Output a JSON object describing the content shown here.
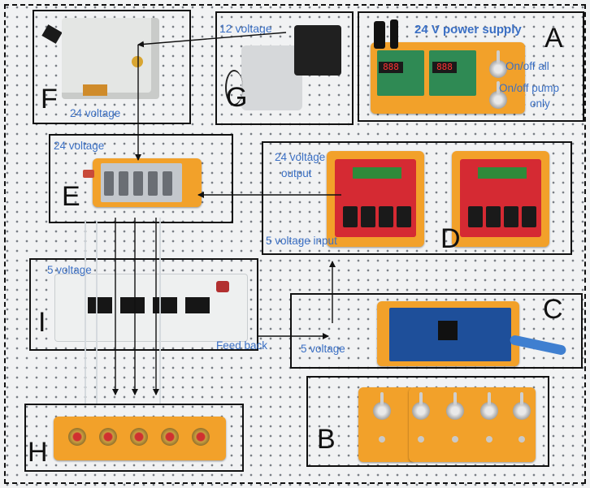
{
  "figure": {
    "box_letters": [
      "A",
      "B",
      "C",
      "D",
      "E",
      "F",
      "G",
      "H",
      "I"
    ],
    "labels": {
      "power_supply": "24 V power supply",
      "on_off_all": "On/off all",
      "on_off_pump_1": "On/off pump",
      "on_off_pump_2": "only",
      "g_voltage": "12 voltage",
      "f_voltage": "24 voltage",
      "e_voltage": "24 voltage",
      "d_output_1": "24 voltage",
      "d_output_2": "output",
      "d_input": "5 voltage input",
      "i_voltage": "5 voltage",
      "feed_back": "Feed back",
      "c_voltage": "5 voltage"
    },
    "colors": {
      "label_blue": "#3a6fc4",
      "box_border": "#111111",
      "acrylic_orange": "#f2a12a",
      "relay_board_red": "#d52a33",
      "arduino_blue": "#1e4f9a"
    },
    "icons": [
      "toggle-switch-icon",
      "led-display-icon",
      "rca-connector-icon",
      "relay-icon",
      "arduino-board-icon"
    ]
  }
}
